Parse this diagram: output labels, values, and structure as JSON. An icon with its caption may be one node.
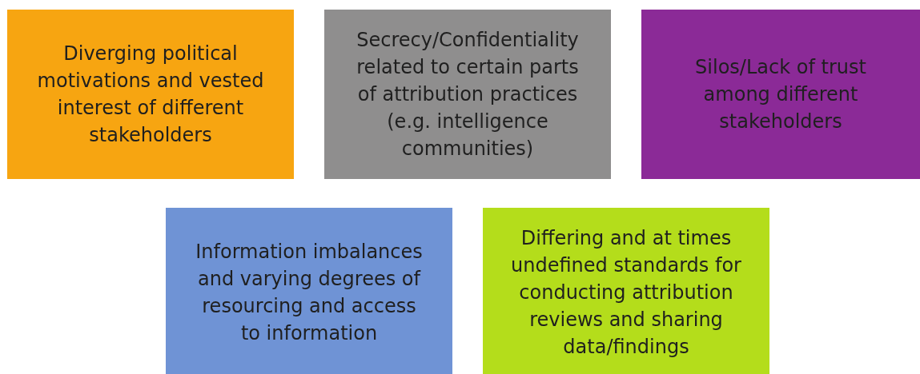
{
  "diagram": {
    "nodes": [
      {
        "text": [
          "Diverging political motivations and vested interest of different stakeholders"
        ]
      },
      {
        "text": [
          "Secrecy/Confidentiality related to certain parts of attribution practices (e.g. intelligence communities)"
        ]
      },
      {
        "text": [
          "Silos/Lack of trust among different stakeholders"
        ]
      },
      {
        "text": [
          "Information imbalances and varying degrees of resourcing and access to information"
        ]
      },
      {
        "text": [
          "Differing and at times undefined standards for conducting attribution reviews and sharing data/findings"
        ]
      }
    ]
  }
}
